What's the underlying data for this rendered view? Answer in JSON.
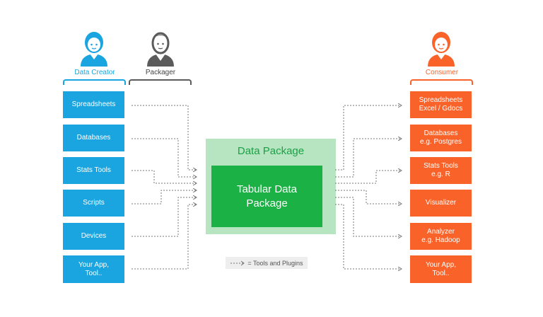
{
  "roles": {
    "creator": "Data Creator",
    "packager": "Packager",
    "consumer": "Consumer"
  },
  "sources": [
    "Spreadsheets",
    "Databases",
    "Stats Tools",
    "Scripts",
    "Devices",
    "Your App,\nTool.."
  ],
  "destinations": [
    "Spreadsheets\nExcel / Gdocs",
    "Databases\ne.g. Postgres",
    "Stats Tools\ne.g. R",
    "Visualizer",
    "Analyzer\ne.g. Hadoop",
    "Your App,\nTool.."
  ],
  "package": {
    "title": "Data Package",
    "inner": "Tabular Data\nPackage"
  },
  "legend": "= Tools and Plugins",
  "colors": {
    "creator": "#1aa5e0",
    "packager": "#5b5b5b",
    "consumer": "#f9632a",
    "package_outer": "#b7e5c1",
    "package_inner": "#1cb145"
  }
}
